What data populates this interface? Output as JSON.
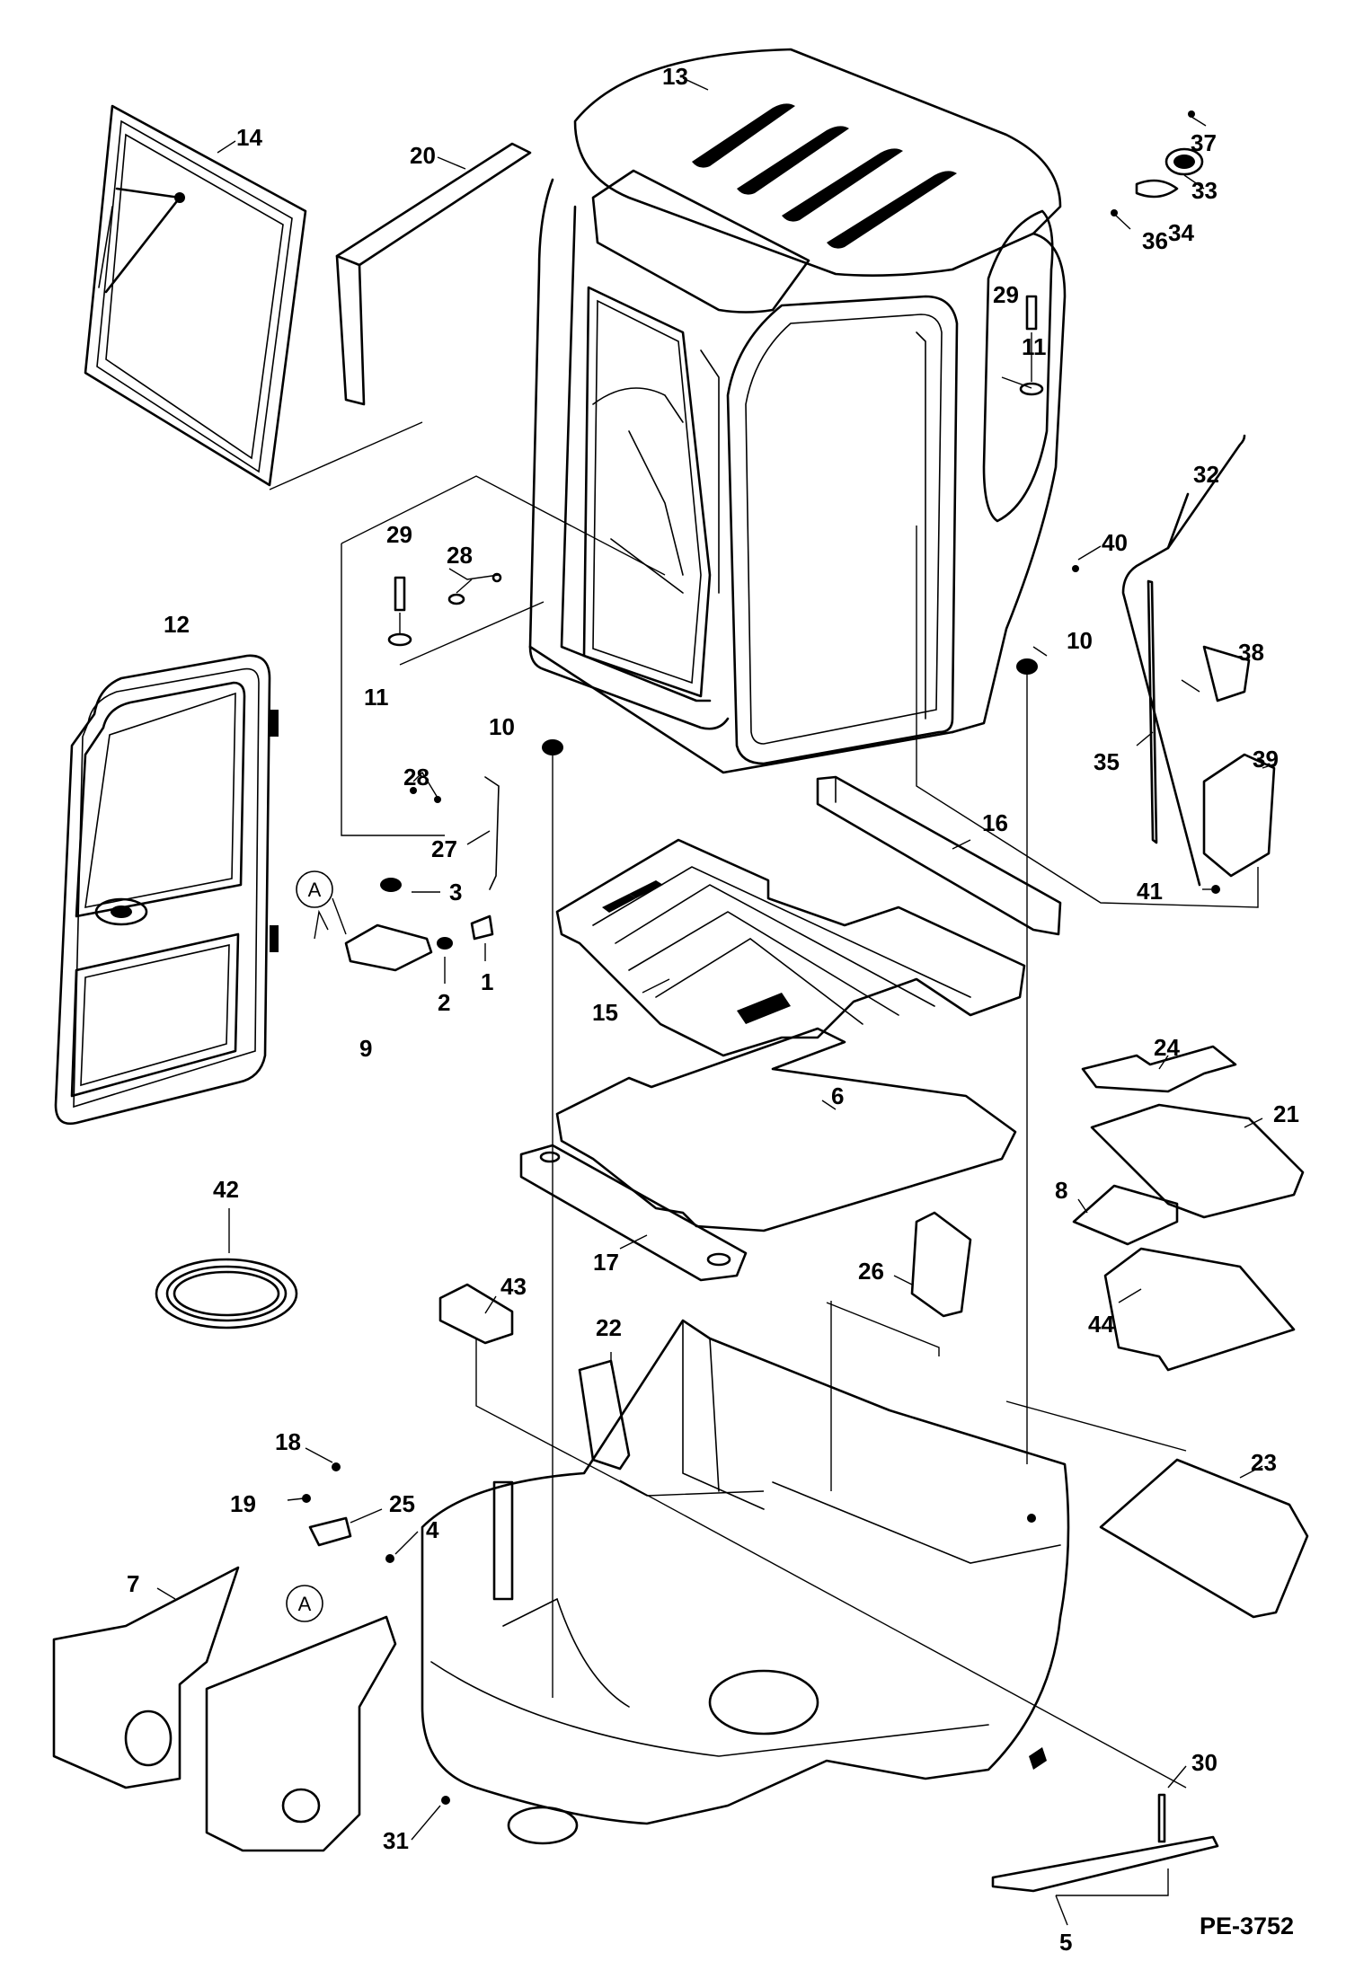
{
  "figure_ref": "PE-3752",
  "detail_callout": "A",
  "labels": [
    {
      "id": "p13",
      "text": "13"
    },
    {
      "id": "p14",
      "text": "14"
    },
    {
      "id": "p20",
      "text": "20"
    },
    {
      "id": "p37",
      "text": "37"
    },
    {
      "id": "p33",
      "text": "33"
    },
    {
      "id": "p34",
      "text": "34"
    },
    {
      "id": "p36",
      "text": "36"
    },
    {
      "id": "p29a",
      "text": "29"
    },
    {
      "id": "p11a",
      "text": "11"
    },
    {
      "id": "p32",
      "text": "32"
    },
    {
      "id": "p40",
      "text": "40"
    },
    {
      "id": "p29b",
      "text": "29"
    },
    {
      "id": "p28a",
      "text": "28"
    },
    {
      "id": "p12",
      "text": "12"
    },
    {
      "id": "p10a",
      "text": "10"
    },
    {
      "id": "p38",
      "text": "38"
    },
    {
      "id": "p11b",
      "text": "11"
    },
    {
      "id": "p10b",
      "text": "10"
    },
    {
      "id": "p35",
      "text": "35"
    },
    {
      "id": "p39",
      "text": "39"
    },
    {
      "id": "p28b",
      "text": "28"
    },
    {
      "id": "p16",
      "text": "16"
    },
    {
      "id": "p27",
      "text": "27"
    },
    {
      "id": "p3",
      "text": "3"
    },
    {
      "id": "p41",
      "text": "41"
    },
    {
      "id": "p1",
      "text": "1"
    },
    {
      "id": "p2",
      "text": "2"
    },
    {
      "id": "p15",
      "text": "15"
    },
    {
      "id": "p9",
      "text": "9"
    },
    {
      "id": "p24",
      "text": "24"
    },
    {
      "id": "p21",
      "text": "21"
    },
    {
      "id": "p6",
      "text": "6"
    },
    {
      "id": "p42",
      "text": "42"
    },
    {
      "id": "p8",
      "text": "8"
    },
    {
      "id": "p17",
      "text": "17"
    },
    {
      "id": "p26",
      "text": "26"
    },
    {
      "id": "p43",
      "text": "43"
    },
    {
      "id": "p44",
      "text": "44"
    },
    {
      "id": "p22",
      "text": "22"
    },
    {
      "id": "p18",
      "text": "18"
    },
    {
      "id": "p23",
      "text": "23"
    },
    {
      "id": "p19",
      "text": "19"
    },
    {
      "id": "p25",
      "text": "25"
    },
    {
      "id": "p4",
      "text": "4"
    },
    {
      "id": "p7",
      "text": "7"
    },
    {
      "id": "p30",
      "text": "30"
    },
    {
      "id": "p31",
      "text": "31"
    },
    {
      "id": "p5",
      "text": "5"
    }
  ]
}
